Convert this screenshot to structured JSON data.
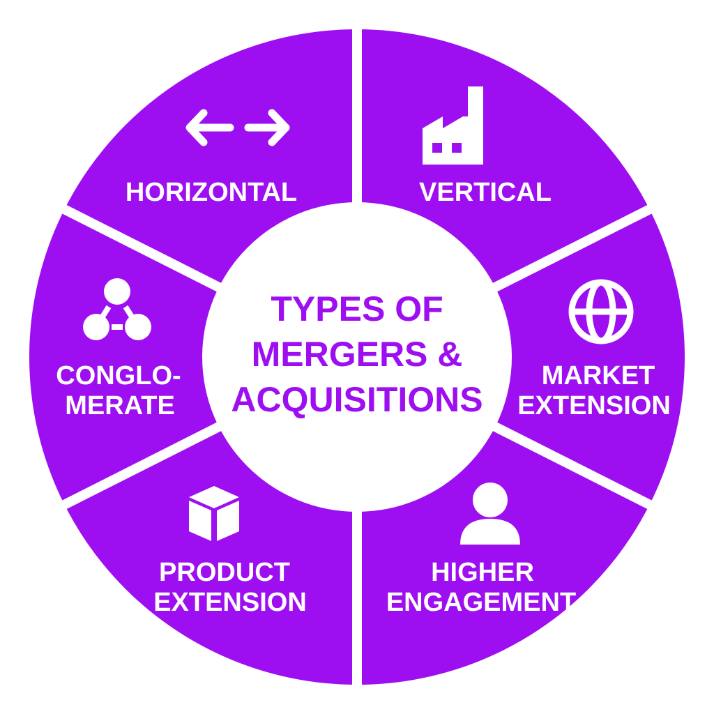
{
  "colors": {
    "accent": "#9d0ff0",
    "background": "#ffffff",
    "text_on_accent": "#ffffff"
  },
  "center": {
    "title_line1": "TYPES OF",
    "title_line2": "MERGERS &",
    "title_line3": "ACQUISITIONS"
  },
  "segments": [
    {
      "id": "horizontal",
      "icon": "double-arrow-icon",
      "lines": [
        "HORIZONTAL"
      ]
    },
    {
      "id": "vertical",
      "icon": "factory-icon",
      "lines": [
        "VERTICAL"
      ]
    },
    {
      "id": "market-extension",
      "icon": "globe-icon",
      "lines": [
        "MARKET",
        "EXTENSION"
      ]
    },
    {
      "id": "higher-engagement",
      "icon": "user-icon",
      "lines": [
        "HIGHER",
        "ENGAGEMENT"
      ]
    },
    {
      "id": "product-extension",
      "icon": "box-icon",
      "lines": [
        "PRODUCT",
        "EXTENSION"
      ]
    },
    {
      "id": "conglomerate",
      "icon": "network-icon",
      "lines": [
        "CONGLO-",
        "MERATE"
      ]
    }
  ]
}
